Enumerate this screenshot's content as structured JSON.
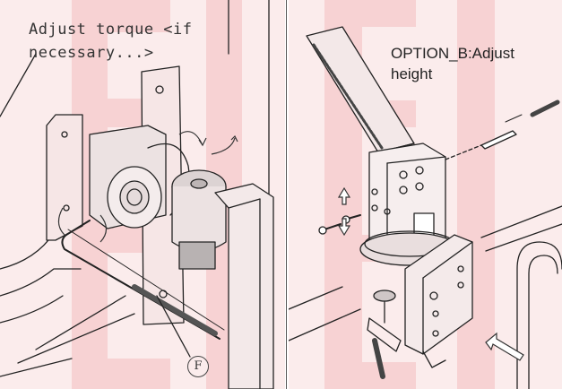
{
  "left_panel": {
    "instruction_line1": "Adjust torque <if",
    "instruction_line2": "necessary...>",
    "part_callout": "F"
  },
  "right_panel": {
    "option_line1": "OPTION_B:Adjust",
    "option_line2": "height"
  },
  "colors": {
    "background_tint": "#fbecec",
    "watermark": "#f7d2d3",
    "line_art": "#222222"
  },
  "icons": [
    "rotate-arrow-icon",
    "up-down-arrow-icon",
    "insert-arrow-icon"
  ]
}
